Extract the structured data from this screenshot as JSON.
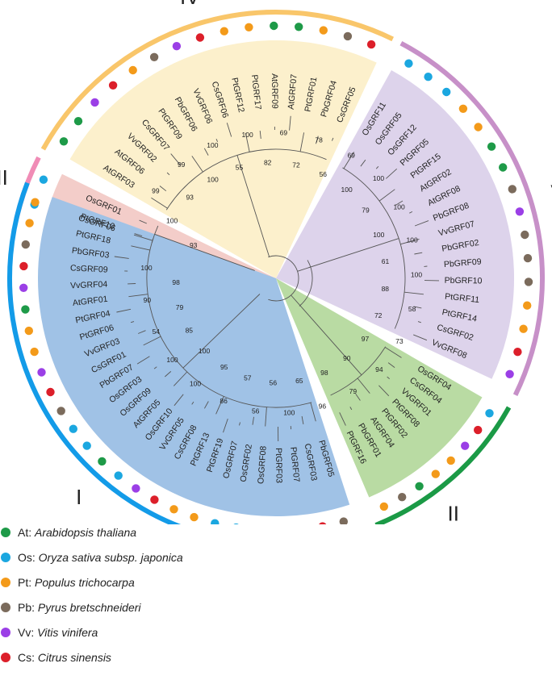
{
  "species": [
    {
      "code": "At",
      "name": "Arabidopsis thaliana",
      "color": "#1e9a48"
    },
    {
      "code": "Os",
      "name": "Oryza sativa subsp. japonica",
      "color": "#1ba7e0"
    },
    {
      "code": "Pt",
      "name": "Populus trichocarpa",
      "color": "#f39a1a"
    },
    {
      "code": "Pb",
      "name": "Pyrus bretschneideri",
      "color": "#7b6b5c"
    },
    {
      "code": "Vv",
      "name": "Vitis vinifera",
      "color": "#9b3fe6"
    },
    {
      "code": "Cs",
      "name": "Citrus sinensis",
      "color": "#dc1f2a"
    }
  ],
  "clades": [
    {
      "label": "III",
      "fill": "#f3cdc9",
      "arc": "#f08cb6",
      "leaves": [
        "OsGRF06",
        "OsGRF01"
      ]
    },
    {
      "label": "IV",
      "fill": "#fcf0cc",
      "arc": "#f9c66a",
      "leaves": [
        "AtGRF03",
        "AtGRF06",
        "VvGRF02",
        "CsGRF07",
        "PtGRF09",
        "PbGRF06",
        "VvGRF06",
        "CsGRF06",
        "PtGRF12",
        "PtGRF17",
        "AtGRF09",
        "AtGRF07",
        "PtGRF01",
        "PbGRF04",
        "CsGRF05"
      ]
    },
    {
      "label": "V",
      "fill": "#ddd3eb",
      "arc": "#c790c8",
      "leaves": [
        "OsGRF11",
        "OsGRF05",
        "OsGRF12",
        "PtGRF05",
        "PtGRF15",
        "AtGRF02",
        "AtGRF08",
        "PbGRF08",
        "VvGRF07",
        "PbGRF02",
        "PbGRF09",
        "PbGRF10",
        "PtGRF11",
        "PtGRF14",
        "CsGRF02",
        "VvGRF08"
      ]
    },
    {
      "label": "II",
      "fill": "#b9dba3",
      "arc": "#1b9a46",
      "leaves": [
        "OsGRF04",
        "CsGRF04",
        "VvGRF01",
        "PtGRF08",
        "PtGRF02",
        "AtGRF04",
        "PbGRF01",
        "PtGRF16"
      ]
    },
    {
      "label": "I",
      "fill": "#a0c2e6",
      "arc": "#139be8",
      "leaves": [
        "PbGRF05",
        "CsGRF03",
        "PtGRF07",
        "PtGRF03",
        "OsGRF08",
        "OsGRF02",
        "OsGRF07",
        "PtGRF19",
        "PtGRF13",
        "CsGRF08",
        "VvGRF05",
        "OsGRF10",
        "AtGRF05",
        "OsGRF09",
        "OsGRF03",
        "PbGRF07",
        "CsGRF01",
        "VvGRF03",
        "PtGRF06",
        "PtGRF04",
        "AtGRF01",
        "VvGRF04",
        "CsGRF09",
        "PbGRF03",
        "PtGRF18",
        "PtGRF10"
      ]
    }
  ],
  "bootstrap": [
    "93",
    "100",
    "99",
    "93",
    "99",
    "100",
    "100",
    "55",
    "100",
    "82",
    "69",
    "72",
    "78",
    "56",
    "69",
    "100",
    "100",
    "79",
    "100",
    "100",
    "100",
    "61",
    "100",
    "88",
    "58",
    "72",
    "73",
    "97",
    "94",
    "90",
    "79",
    "98",
    "96",
    "65",
    "100",
    "56",
    "56",
    "57",
    "86",
    "95",
    "100",
    "100",
    "100",
    "85",
    "54",
    "79",
    "90",
    "98",
    "100"
  ]
}
